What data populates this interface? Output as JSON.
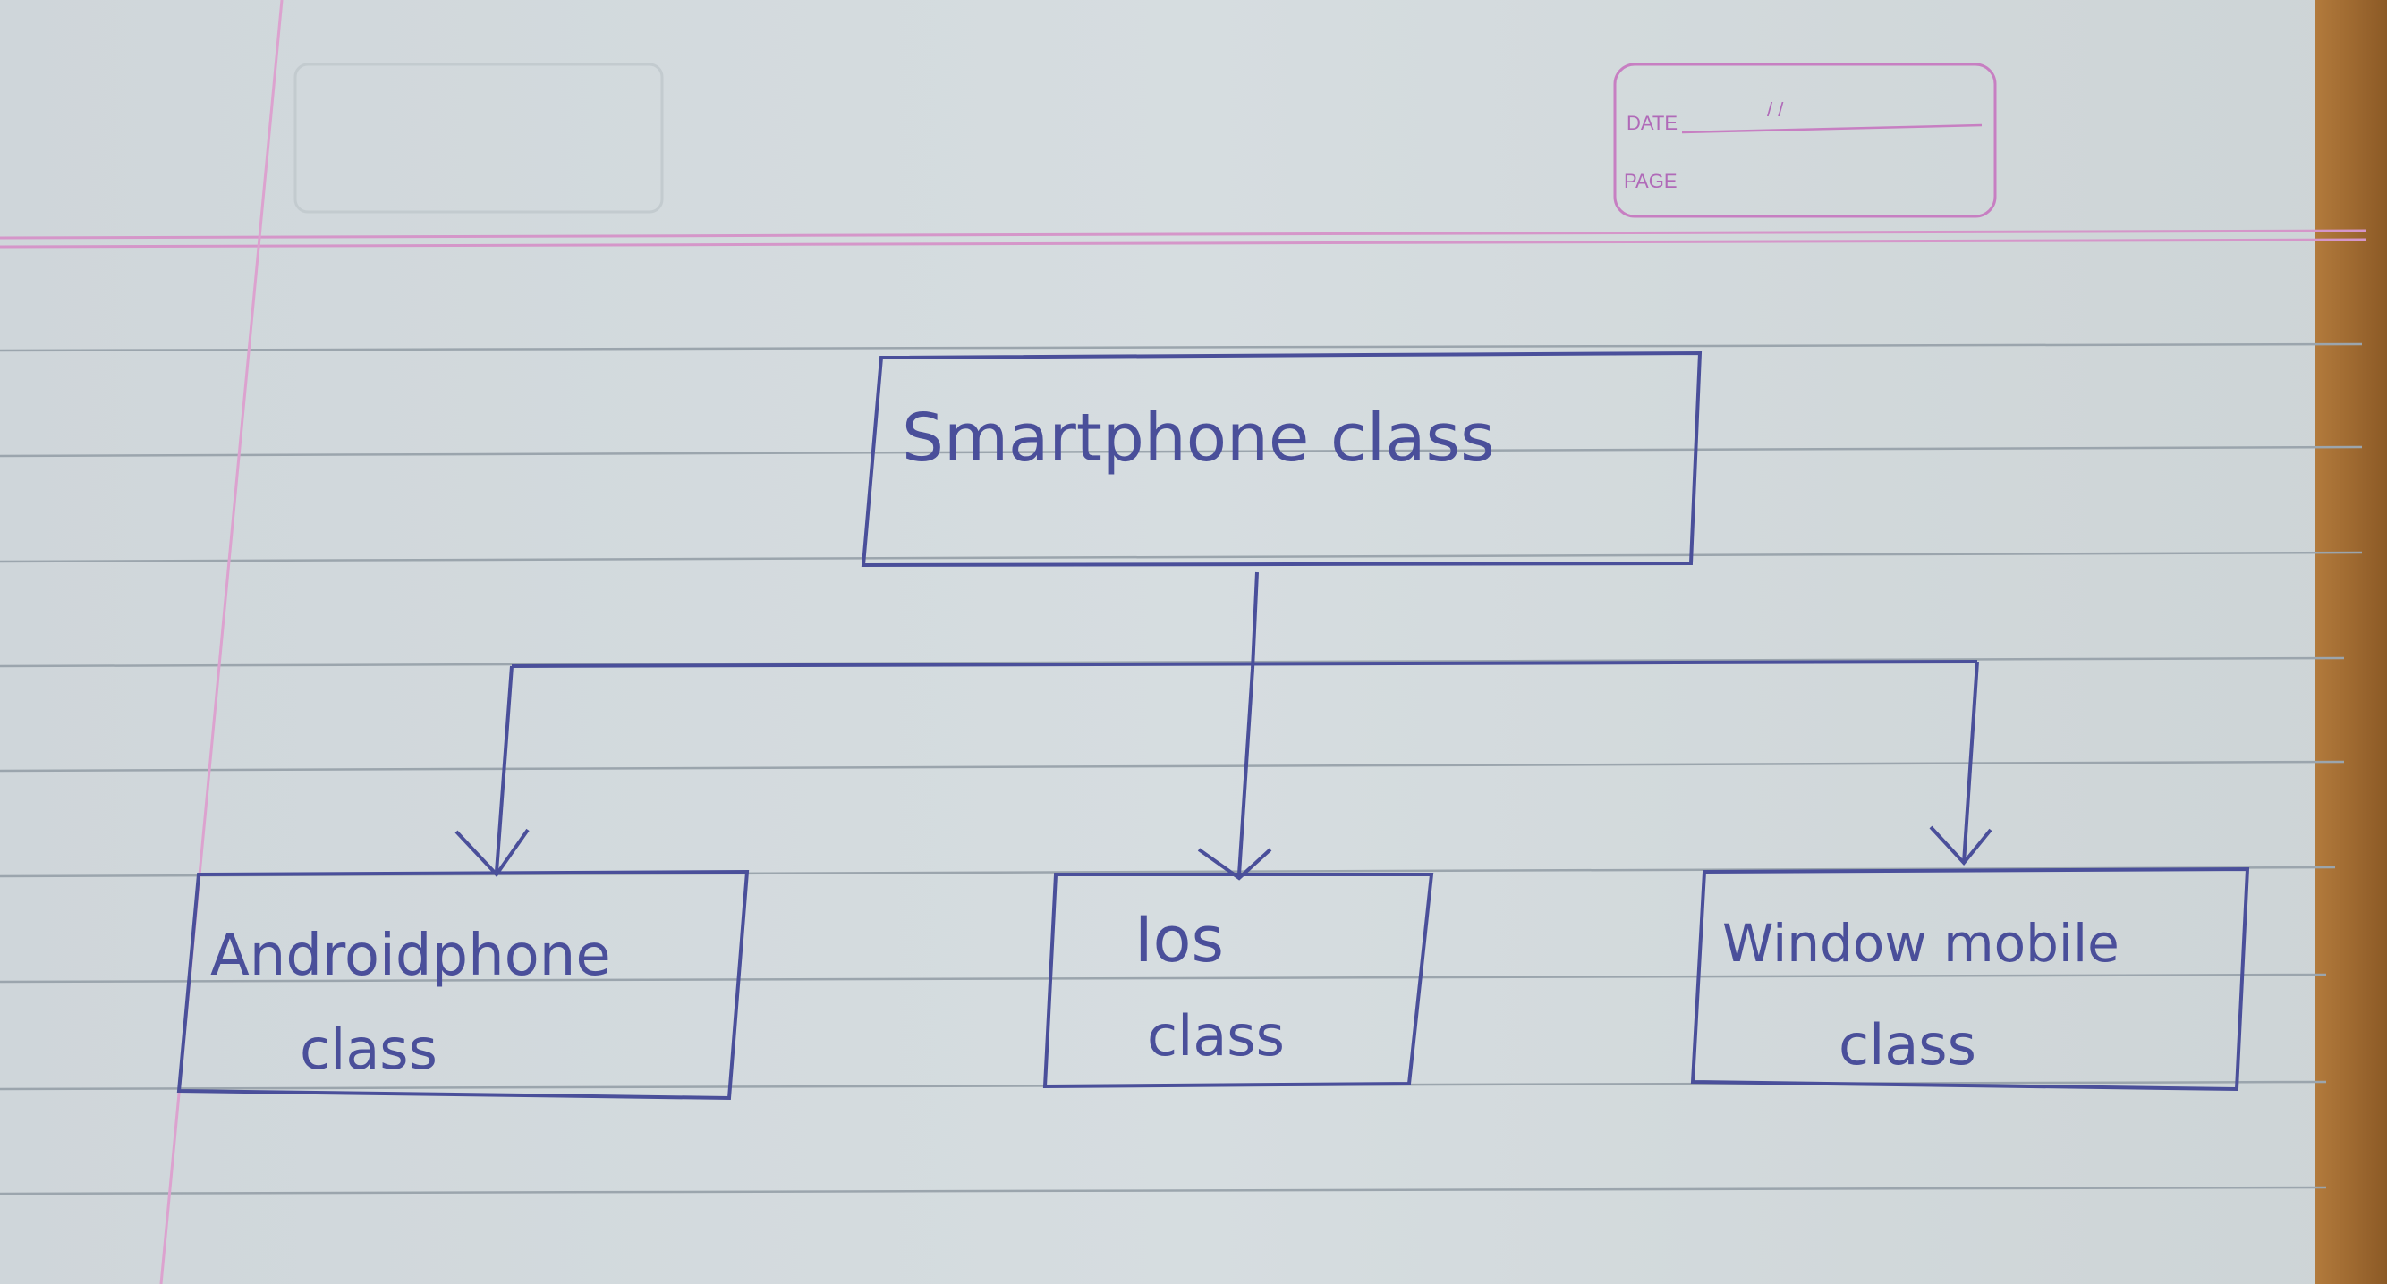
{
  "header_box": {
    "date_label": "DATE",
    "date_slashes": "/ /",
    "page_label": "PAGE"
  },
  "diagram": {
    "root": {
      "line1": "Smartphone class"
    },
    "children": [
      {
        "line1": "Androidphone",
        "line2": "class"
      },
      {
        "line1": "Ios",
        "line2": "class"
      },
      {
        "line1": "Window mobile",
        "line2": "class"
      }
    ]
  },
  "colors": {
    "ink": "#4a4f9a",
    "rule_lines": "#9aa4ac",
    "margin_line": "#d88fc8",
    "header_stamp": "#b06ab8"
  }
}
